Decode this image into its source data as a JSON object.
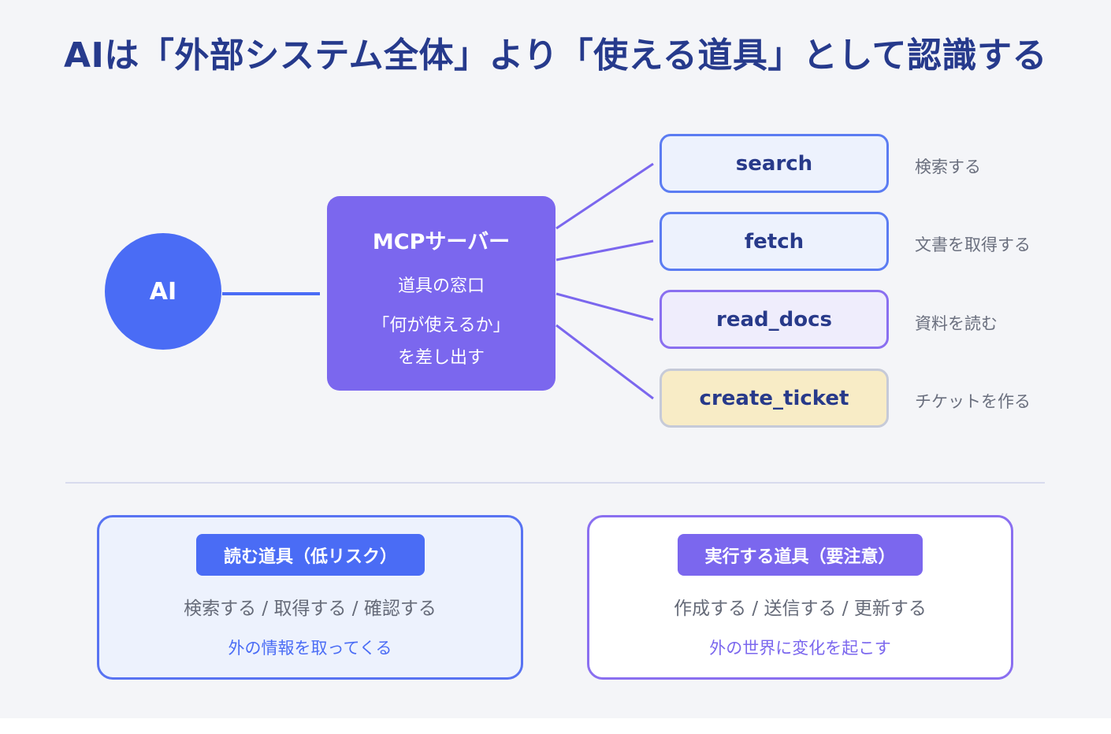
{
  "title": "AIは「外部システム全体」より「使える道具」として認識する",
  "ai_node": {
    "label": "AI"
  },
  "mcp_server": {
    "title": "MCPサーバー",
    "lines": [
      "道具の窓口",
      "「何が使えるか」",
      "を差し出す"
    ]
  },
  "tools": [
    {
      "name": "search",
      "description": "検索する",
      "style": "blue"
    },
    {
      "name": "fetch",
      "description": "文書を取得する",
      "style": "blue"
    },
    {
      "name": "read_docs",
      "description": "資料を読む",
      "style": "purple"
    },
    {
      "name": "create_ticket",
      "description": "チケットを作る",
      "style": "yellow"
    }
  ],
  "cards": {
    "read": {
      "badge": "読む道具（低リスク）",
      "actions": "検索する / 取得する / 確認する",
      "note": "外の情報を取ってくる"
    },
    "exec": {
      "badge": "実行する道具（要注意）",
      "actions": "作成する / 送信する / 更新する",
      "note": "外の世界に変化を起こす"
    }
  },
  "colors": {
    "title": "#263a8c",
    "ai_blue": "#4a6cf5",
    "mcp_purple": "#7b67ee",
    "tool_blue_border": "#5b7cf2",
    "tool_purple_border": "#8a6ff0",
    "tool_yellow_fill": "#f8ecc6",
    "background": "#f4f5f8"
  }
}
